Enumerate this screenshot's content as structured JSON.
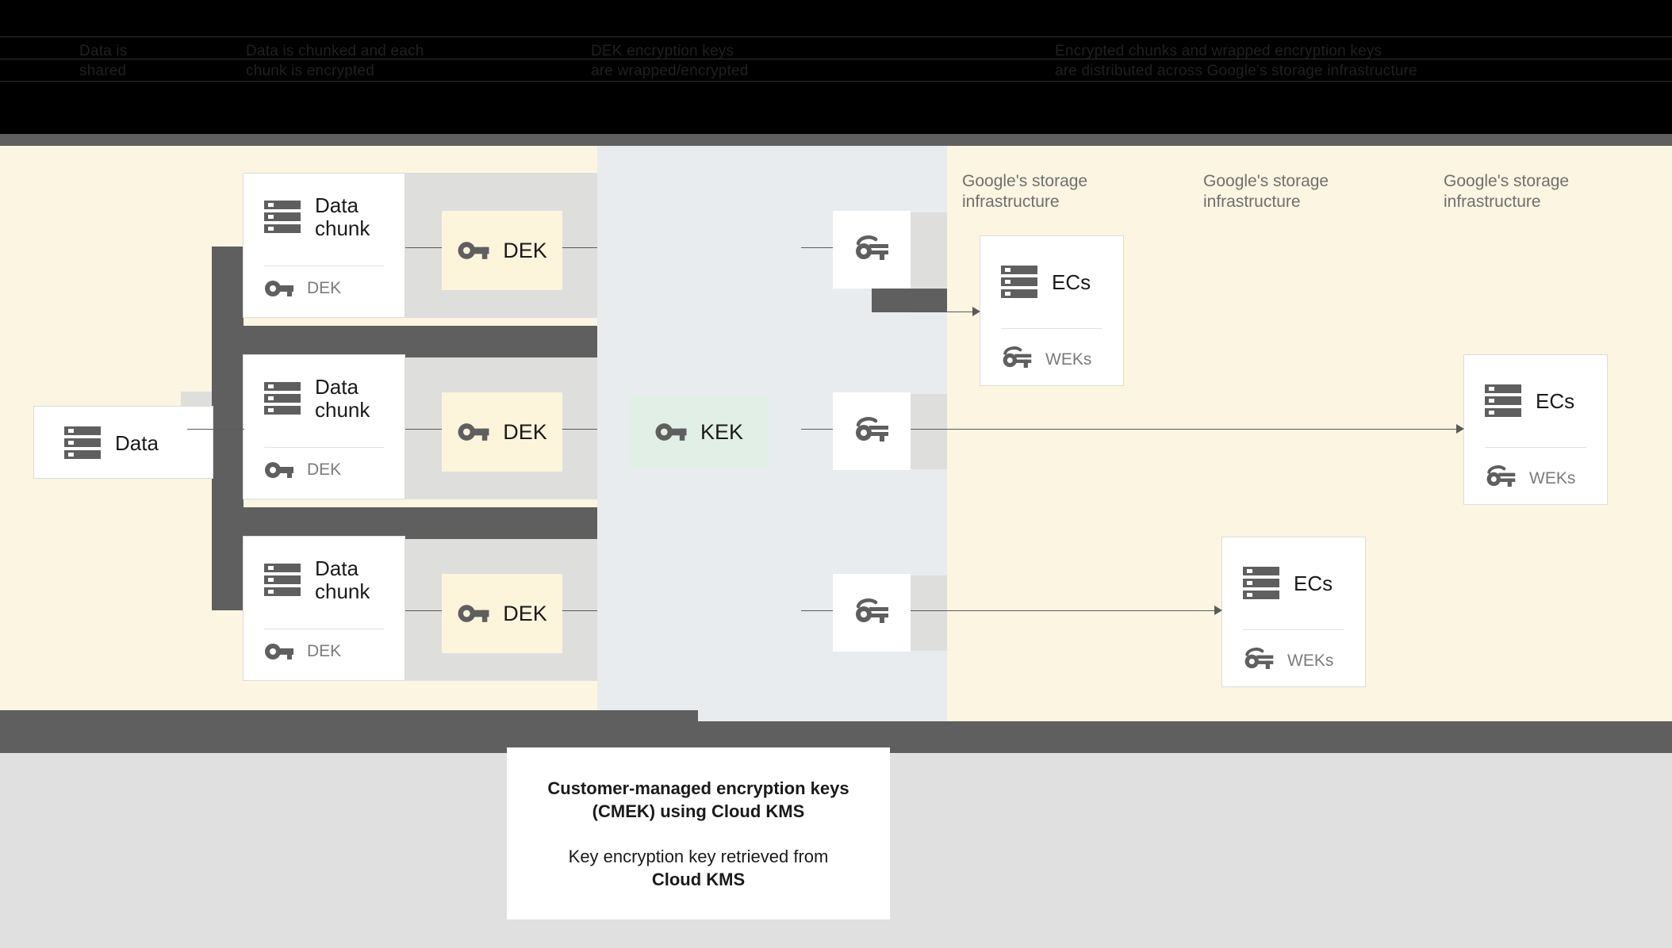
{
  "header": {
    "columns": [
      {
        "text": "Data is\nshared",
        "note": "obscured-dark-text"
      },
      {
        "text": "Data is chunked and each\nchunk is encrypted",
        "note": "obscured-dark-text"
      },
      {
        "text": "DEK encryption keys\nare wrapped/encrypted",
        "note": "obscured-dark-text"
      },
      {
        "text": "Encrypted chunks and wrapped encryption keys\nare distributed across Google's storage infrastructure",
        "note": "obscured-dark-text"
      }
    ]
  },
  "diagram": {
    "source": {
      "title": "Data",
      "icon": "server-icon"
    },
    "chunks": [
      {
        "title": "Data\nchunk",
        "key_label": "DEK",
        "icon": "server-icon",
        "key_icon": "key-icon"
      },
      {
        "title": "Data\nchunk",
        "key_label": "DEK",
        "icon": "server-icon",
        "key_icon": "key-icon"
      },
      {
        "title": "Data\nchunk",
        "key_label": "DEK",
        "icon": "server-icon",
        "key_icon": "key-icon"
      }
    ],
    "deks": [
      {
        "label": "DEK",
        "icon": "key-icon"
      },
      {
        "label": "DEK",
        "icon": "key-icon"
      },
      {
        "label": "DEK",
        "icon": "key-icon"
      }
    ],
    "kek": {
      "label": "KEK",
      "icon": "key-icon"
    },
    "wrapped_keys": [
      {
        "icon": "wrapped-key-icon"
      },
      {
        "icon": "wrapped-key-icon"
      },
      {
        "icon": "wrapped-key-icon"
      }
    ],
    "storage_captions": [
      "Google's storage\ninfrastructure",
      "Google's storage\ninfrastructure",
      "Google's storage\ninfrastructure"
    ],
    "storage_cards": [
      {
        "title": "ECs",
        "key_label": "WEKs",
        "icon": "server-icon",
        "key_icon": "wrapped-key-icon"
      },
      {
        "title": "ECs",
        "key_label": "WEKs",
        "icon": "server-icon",
        "key_icon": "wrapped-key-icon"
      },
      {
        "title": "ECs",
        "key_label": "WEKs",
        "icon": "server-icon",
        "key_icon": "wrapped-key-icon"
      }
    ]
  },
  "footer": {
    "title_line1": "Customer-managed encryption keys",
    "title_line2": "(CMEK) using Cloud KMS",
    "body_line1": "Key encryption key retrieved from",
    "body_line2": "Cloud KMS"
  },
  "colors": {
    "cream": "#fbf5e1",
    "blue_grey": "#e8ecee",
    "dark_grey": "#5f5f5f",
    "plate_grey": "#dededd",
    "dek_chip": "#fdf4dc",
    "kek_chip": "#e1efe7",
    "footer_bg": "#e0e0e0"
  }
}
